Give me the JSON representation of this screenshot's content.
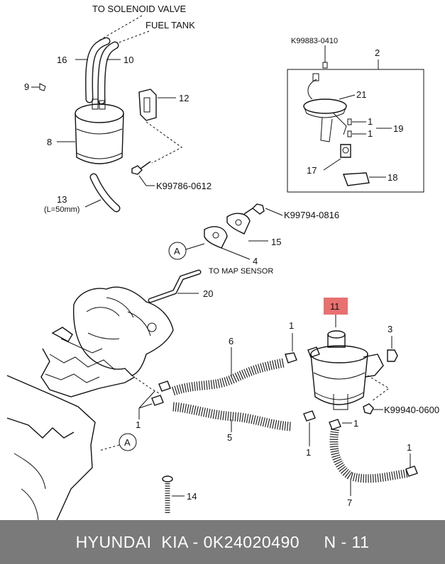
{
  "texts": {
    "to_solenoid": "TO SOLENOID VALVE",
    "fuel_tank": "FUEL TANK",
    "to_map_sensor": "TO MAP SENSOR",
    "length_13": "(L=50mm)",
    "part_0410": "K99883-0410",
    "part_0612": "K99786-0612",
    "part_0816": "K99794-0816",
    "part_0600": "K99940-0600"
  },
  "callouts": {
    "n1": "1",
    "n2": "2",
    "n3": "3",
    "n4": "4",
    "n5": "5",
    "n6": "6",
    "n7": "7",
    "n8": "8",
    "n9": "9",
    "n10": "10",
    "n11": "11",
    "n12": "12",
    "n13": "13",
    "n14": "14",
    "n15": "15",
    "n16": "16",
    "n17": "17",
    "n18": "18",
    "n19": "19",
    "n20": "20",
    "n21": "21",
    "refA": "A"
  },
  "colors": {
    "highlight": "#e8706f",
    "footer_bg": "#7a7a7a"
  },
  "footer": {
    "caption": "HYUNDAI  KIA - 0K24020490     N - 11"
  }
}
